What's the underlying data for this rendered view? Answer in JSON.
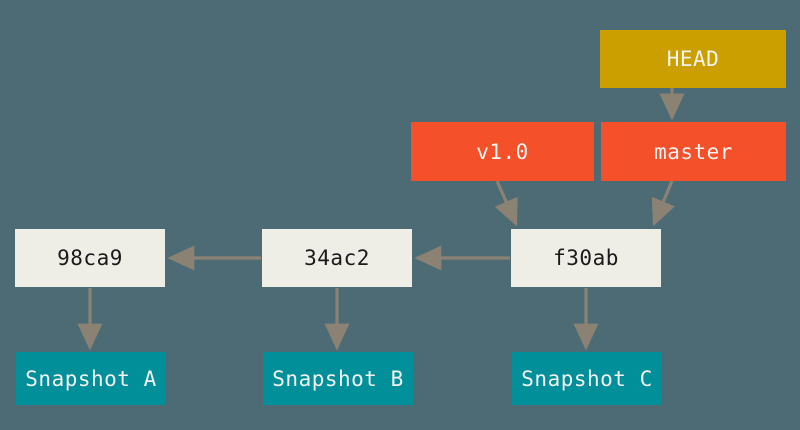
{
  "diagram": {
    "title": "git-branch-head-diagram",
    "background_color": "#4d6b75",
    "arrow_color": "#8c8273",
    "nodes": {
      "head": {
        "label": "HEAD",
        "color": "#cb9f00",
        "text_color": "#f2f2f0"
      },
      "tag_v10": {
        "label": "v1.0",
        "color": "#f4502a",
        "text_color": "#f2f2f0"
      },
      "branch_master": {
        "label": "master",
        "color": "#f4502a",
        "text_color": "#f2f2f0"
      },
      "commit_98ca9": {
        "label": "98ca9",
        "color": "#eeede6",
        "text_color": "#1a1a1a"
      },
      "commit_34ac2": {
        "label": "34ac2",
        "color": "#eeede6",
        "text_color": "#1a1a1a"
      },
      "commit_f30ab": {
        "label": "f30ab",
        "color": "#eeede6",
        "text_color": "#1a1a1a"
      },
      "snapshot_a": {
        "label": "Snapshot A",
        "color": "#019099",
        "text_color": "#f2f2f0"
      },
      "snapshot_b": {
        "label": "Snapshot B",
        "color": "#019099",
        "text_color": "#f2f2f0"
      },
      "snapshot_c": {
        "label": "Snapshot C",
        "color": "#019099",
        "text_color": "#f2f2f0"
      }
    }
  }
}
